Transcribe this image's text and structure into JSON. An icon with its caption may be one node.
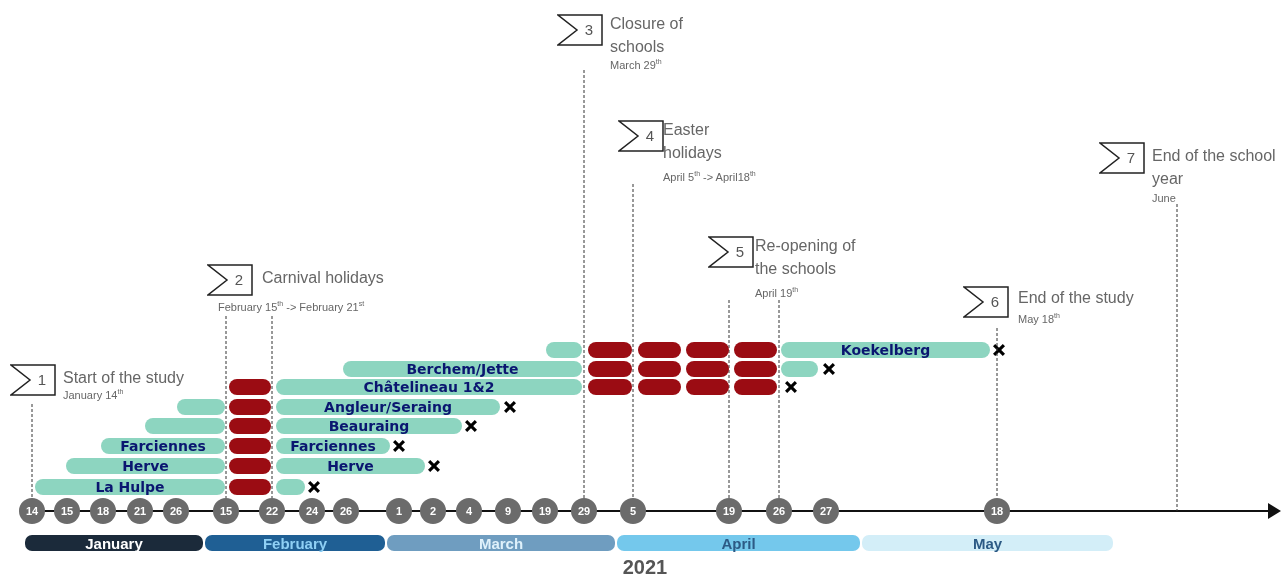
{
  "diagram": {
    "nodes": [
      {
        "text": [
          "1"
        ],
        "beside": [
          "Start of the study",
          "January 14$^{th}$"
        ]
      },
      {
        "text": [
          "2"
        ],
        "beside": [
          "Carnival holidays",
          "February 15$^{th}$ -> February 21$^{st}$"
        ]
      },
      {
        "text": [
          "3"
        ],
        "beside": [
          "Closure of schools",
          "March 29$^{th}$"
        ]
      },
      {
        "text": [
          "4"
        ],
        "beside": [
          "Easter holidays",
          "April 5$^{th}$ -> April18$^{th}$"
        ]
      },
      {
        "text": [
          "5"
        ],
        "beside": [
          "Re-opening of the schools",
          "April 19$^{th}$"
        ]
      },
      {
        "text": [
          "6"
        ],
        "beside": [
          "End of the study",
          "May 18$^{th}$"
        ]
      },
      {
        "text": [
          "7"
        ],
        "beside": [
          "End of the school year",
          "June"
        ]
      },
      {
        "text": [],
        "shape": "bar"
      },
      {
        "text": [],
        "shape": "bar"
      },
      {
        "text": [],
        "shape": "bar"
      },
      {
        "text": [],
        "shape": "bar"
      },
      {
        "text": [],
        "shape": "bar"
      },
      {
        "text": [
          "Koekelberg"
        ]
      },
      {
        "text": [
          "Berchem/Jette"
        ]
      },
      {
        "text": [],
        "shape": "bar"
      },
      {
        "text": [],
        "shape": "bar"
      },
      {
        "text": [],
        "shape": "bar"
      },
      {
        "text": [],
        "shape": "bar"
      },
      {
        "text": [],
        "shape": "bar"
      },
      {
        "text": [],
        "shape": "bar"
      },
      {
        "text": [
          "Châtelineau 1&2"
        ]
      },
      {
        "text": [],
        "shape": "bar"
      },
      {
        "text": [],
        "shape": "bar"
      },
      {
        "text": [],
        "shape": "bar"
      },
      {
        "text": [],
        "shape": "bar"
      },
      {
        "text": [],
        "shape": "bar"
      },
      {
        "text": [],
        "shape": "bar"
      },
      {
        "text": [
          "Angleur/Seraing"
        ]
      },
      {
        "text": [],
        "shape": "bar"
      },
      {
        "text": [],
        "shape": "bar"
      },
      {
        "text": [
          "Beauraing"
        ]
      },
      {
        "text": [
          "Farciennes"
        ]
      },
      {
        "text": [],
        "shape": "bar"
      },
      {
        "text": [
          "Farciennes"
        ]
      },
      {
        "text": [
          "Herve"
        ]
      },
      {
        "text": [],
        "shape": "bar"
      },
      {
        "text": [
          "Herve"
        ]
      },
      {
        "text": [
          "La Hulpe"
        ]
      },
      {
        "text": [],
        "shape": "bar"
      },
      {
        "text": [],
        "shape": "bar"
      },
      {
        "text": [
          "14"
        ]
      },
      {
        "text": [
          "15"
        ]
      },
      {
        "text": [
          "18"
        ]
      },
      {
        "text": [
          "21"
        ]
      },
      {
        "text": [
          "26"
        ]
      },
      {
        "text": [
          "15"
        ]
      },
      {
        "text": [
          "22"
        ]
      },
      {
        "text": [
          "24"
        ]
      },
      {
        "text": [
          "26"
        ]
      },
      {
        "text": [
          "1"
        ]
      },
      {
        "text": [
          "2"
        ]
      },
      {
        "text": [
          "4"
        ]
      },
      {
        "text": [
          "9"
        ]
      },
      {
        "text": [
          "19"
        ]
      },
      {
        "text": [
          "29"
        ]
      },
      {
        "text": [
          "5"
        ]
      },
      {
        "text": [
          "19"
        ]
      },
      {
        "text": [
          "26"
        ]
      },
      {
        "text": [
          "27"
        ]
      },
      {
        "text": [
          "18"
        ]
      },
      {
        "text": [
          "January"
        ]
      },
      {
        "text": [
          "February"
        ]
      },
      {
        "text": [
          "March"
        ]
      },
      {
        "text": [
          "April"
        ]
      },
      {
        "text": [
          "May"
        ]
      }
    ],
    "edges": [
      {
        "from": 0,
        "to": 40,
        "arrow": "none",
        "style": "dashed"
      },
      {
        "from": 1,
        "to": 45,
        "arrow": "none",
        "style": "dashed"
      },
      {
        "from": 1,
        "to": 46,
        "arrow": "none",
        "style": "dashed"
      },
      {
        "from": 2,
        "to": 54,
        "arrow": "none",
        "style": "dashed"
      },
      {
        "from": 3,
        "to": 55,
        "arrow": "none",
        "style": "dashed"
      },
      {
        "from": 4,
        "to": 56,
        "arrow": "none",
        "style": "dashed"
      },
      {
        "from": 4,
        "to": 57,
        "arrow": "none",
        "style": "dashed"
      },
      {
        "from": 5,
        "to": 59,
        "arrow": "none",
        "style": "dashed"
      },
      {
        "from": 6,
        "to": null,
        "arrow": "none",
        "style": "dashed"
      }
    ],
    "labels": [
      "2021"
    ]
  }
}
